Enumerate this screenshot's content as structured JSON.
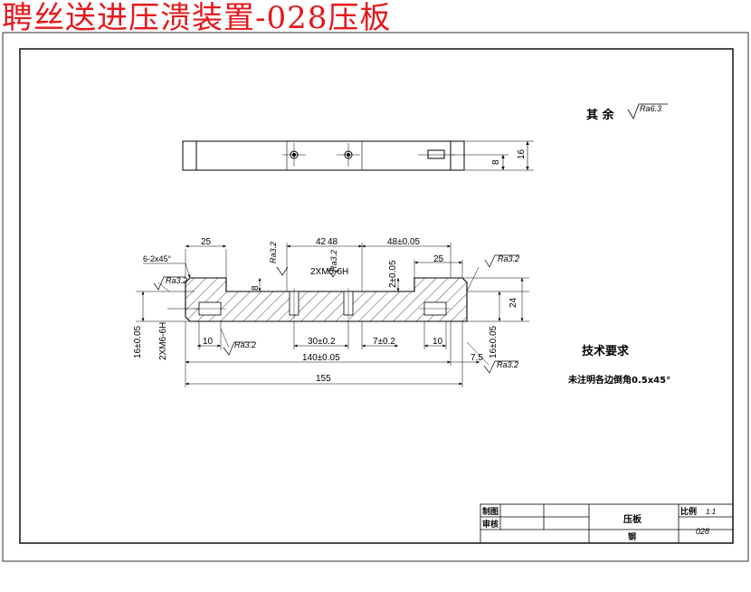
{
  "banner": {
    "title": "聘丝送进压溃装置-028压板"
  },
  "surface_note": {
    "label": "其 余",
    "roughness": "Ra6.3"
  },
  "top_view": {
    "dim_8": "8",
    "dim_16": "16"
  },
  "front_view": {
    "chamfer": "6-2x45°",
    "dim_25_left": "25",
    "dim_42": "42",
    "dim_48_center": "48",
    "dim_48_right": "48±0.05",
    "dim_25_right": "25",
    "ra_left_top": "Ra3.2",
    "ra_32": "Ra3.2",
    "ra_12": "Ra3.2",
    "ra_right_top": "Ra3.2",
    "ra_bottom_left": "Ra3.2",
    "ra_bottom_right": "Ra3.2",
    "thread_m5": "2XM5-6H",
    "thread_m6": "2XM6-6H",
    "dim_2_006": "2±0.05",
    "dim_8_front": "8",
    "dim_24": "24",
    "dim_16_left": "16±0.05",
    "dim_16_right": "16±0.05",
    "dim_10_left": "10",
    "dim_30": "30±0.2",
    "dim_7": "7±0.2",
    "dim_10_right": "10",
    "dim_7_5": "7.5",
    "dim_140": "140±0.05",
    "dim_155": "155"
  },
  "tech_req": {
    "title": "技术要求",
    "note": "未注明各边倒角0.5x45°"
  },
  "title_block": {
    "drawn": "制图",
    "checked": "审核",
    "part_name": "压板",
    "material": "钢",
    "scale_label": "比例",
    "scale_value": "1:1",
    "drawing_no": "028"
  }
}
